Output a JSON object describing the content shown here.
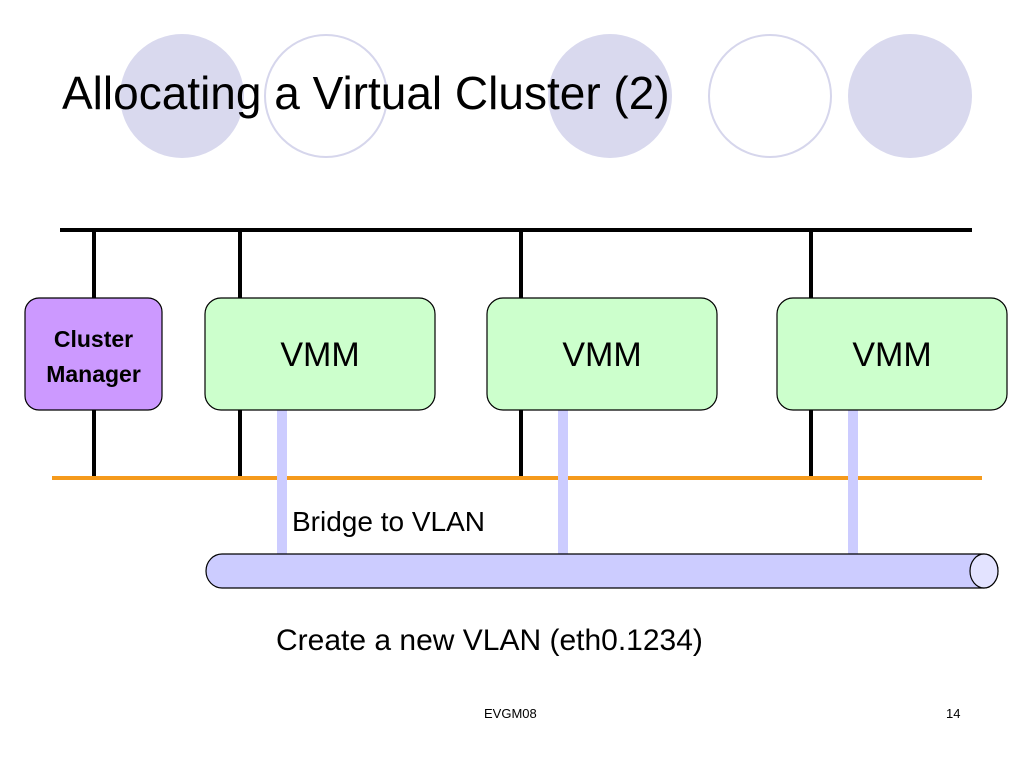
{
  "slide": {
    "title": "Allocating a Virtual Cluster (2)",
    "footer": "EVGM08",
    "page_number": "14"
  },
  "diagram": {
    "cluster_manager": {
      "line1": "Cluster",
      "line2": "Manager",
      "fill": "#cc99ff"
    },
    "vmm_boxes": [
      {
        "label": "VMM"
      },
      {
        "label": "VMM"
      },
      {
        "label": "VMM"
      }
    ],
    "bridge_label": "Bridge to VLAN",
    "vlan_caption": "Create a new VLAN (eth0.1234)",
    "colors": {
      "vmm_fill": "#ccffcc",
      "network_line": "#000000",
      "orange_bus": "#f59a1c",
      "vlan_tube": "#ccccff",
      "bridge_connector": "#ccccff",
      "decoration": "#d9d9ee"
    }
  }
}
